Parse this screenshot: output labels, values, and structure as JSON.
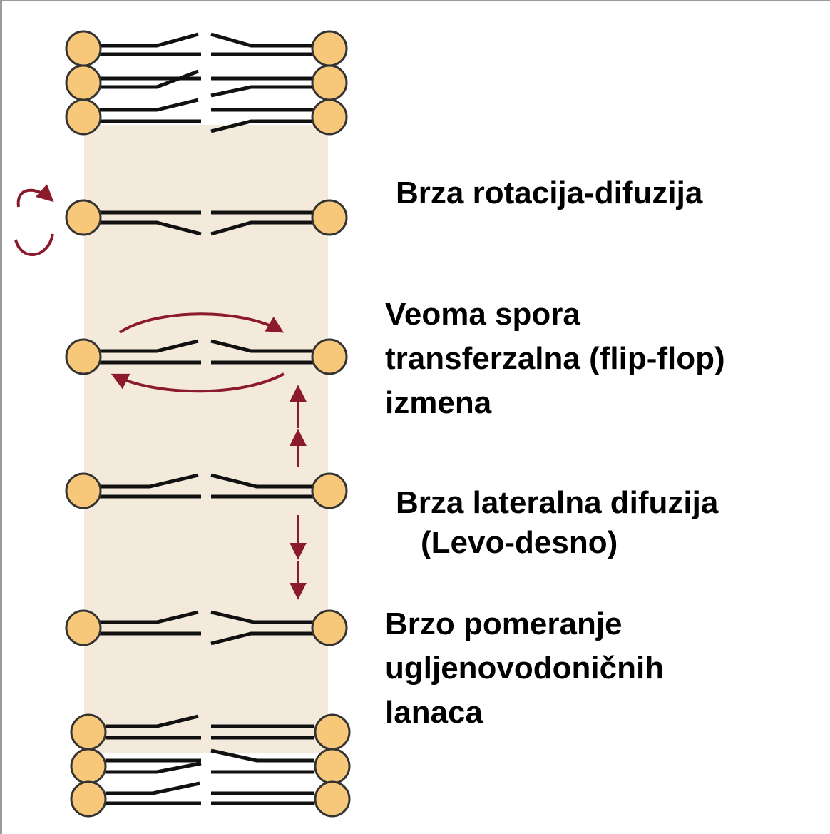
{
  "labels": {
    "rotation": "Brza rotacija-difuzija",
    "flipflop": [
      "Veoma spora",
      "transferzalna (flip-flop)",
      "izmena"
    ],
    "lateral": [
      "Brza lateralna difuzija",
      "(Levo-desno)"
    ],
    "chains": [
      "Brzo pomeranje",
      "ugljenovodoničnih",
      "lanaca"
    ]
  },
  "colors": {
    "membrane_band": "#f4eadc",
    "head_fill": "#f7c77a",
    "head_stroke": "#333333",
    "tail": "#111111",
    "arrow": "#8b1a2b"
  }
}
